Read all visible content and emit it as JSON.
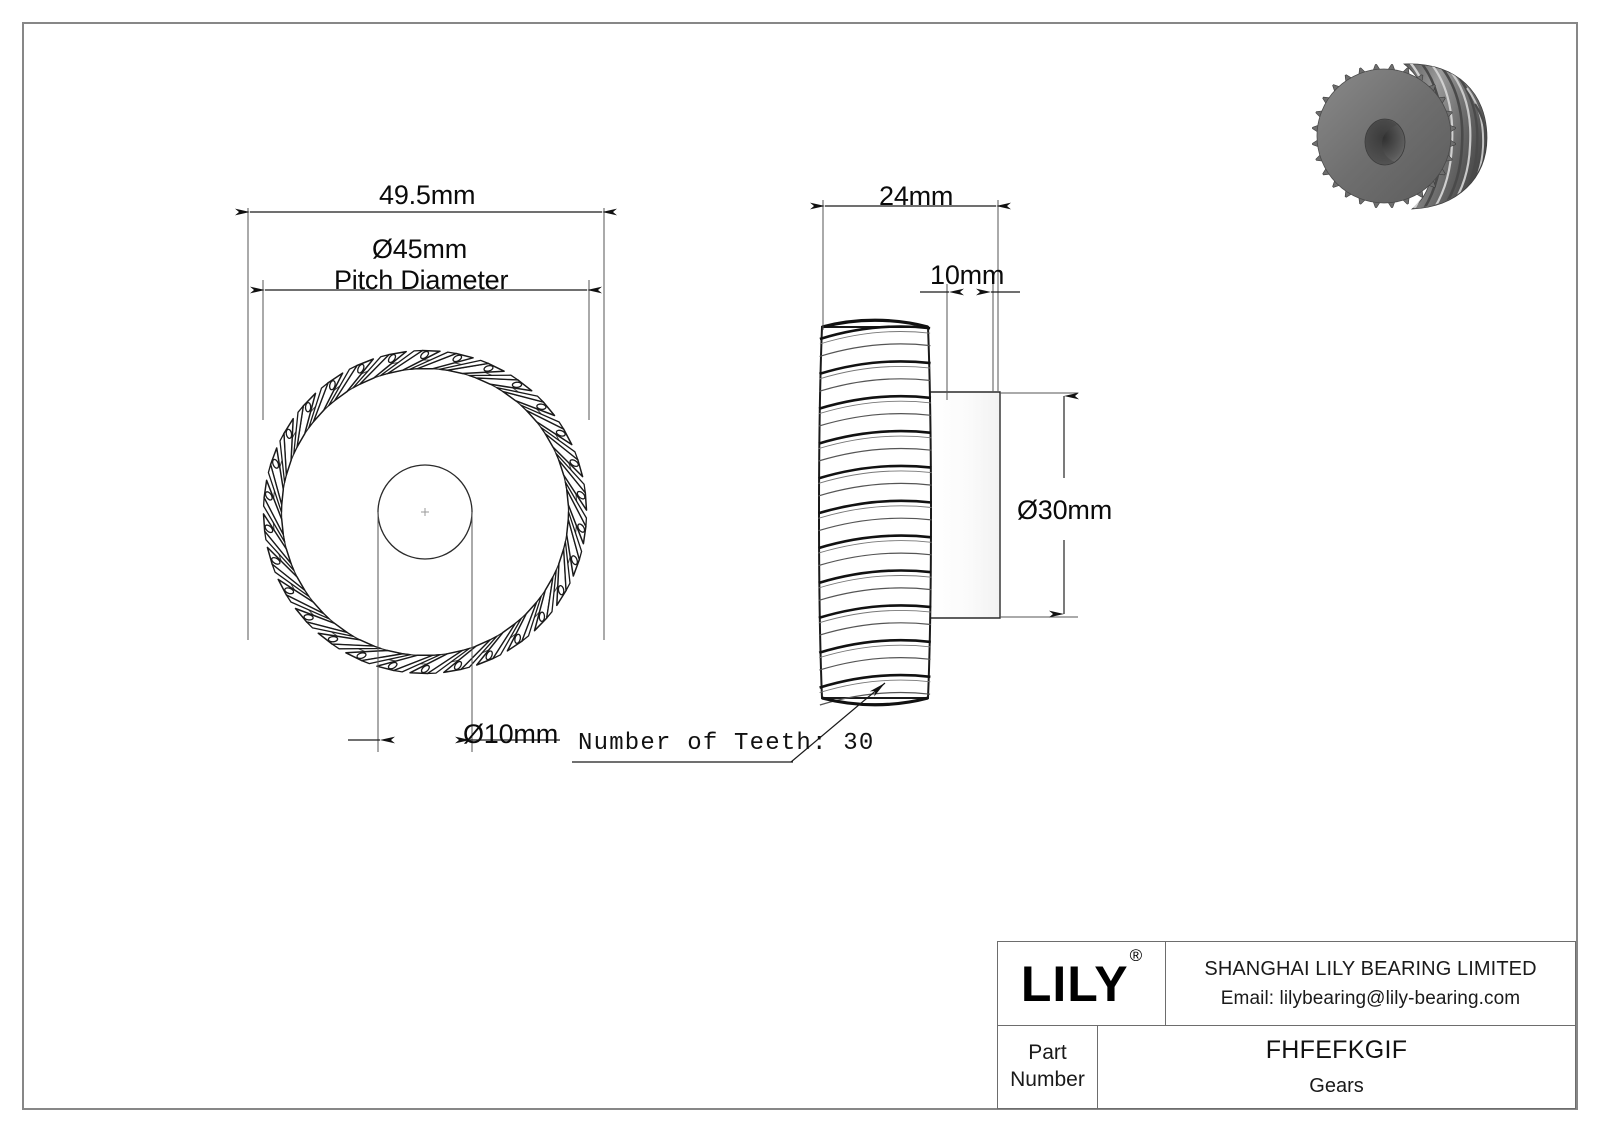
{
  "document": {
    "type": "engineering-drawing",
    "background_color": "#ffffff",
    "border_color": "#878787"
  },
  "views": {
    "front": {
      "name": "front-gear-view",
      "teeth_count": 30,
      "outer_diameter_mm": 49.5,
      "pitch_diameter_mm": 45,
      "bore_diameter_mm": 10
    },
    "side": {
      "name": "side-section-view",
      "total_width_mm": 24,
      "hub_width_mm": 10,
      "hub_diameter_mm": 30
    },
    "iso": {
      "name": "isometric-render",
      "body_color": "#6e6e6e",
      "highlight_color": "#b8b8b8",
      "shadow_color": "#3f3f3f"
    }
  },
  "dimensions": {
    "outer_diameter": "49.5mm",
    "pitch_diameter_value": "Ø45mm",
    "pitch_diameter_label": "Pitch Diameter",
    "bore_diameter": "Ø10mm",
    "face_width": "24mm",
    "hub_width": "10mm",
    "hub_diameter": "Ø30mm",
    "teeth_note": "Number of Teeth: 30"
  },
  "title_block": {
    "logo_text": "LILY",
    "logo_mark": "®",
    "company_name": "SHANGHAI LILY BEARING LIMITED",
    "company_email": "Email: lilybearing@lily-bearing.com",
    "part_label_line1": "Part",
    "part_label_line2": "Number",
    "part_number": "FHFEFKGIF",
    "category": "Gears"
  }
}
